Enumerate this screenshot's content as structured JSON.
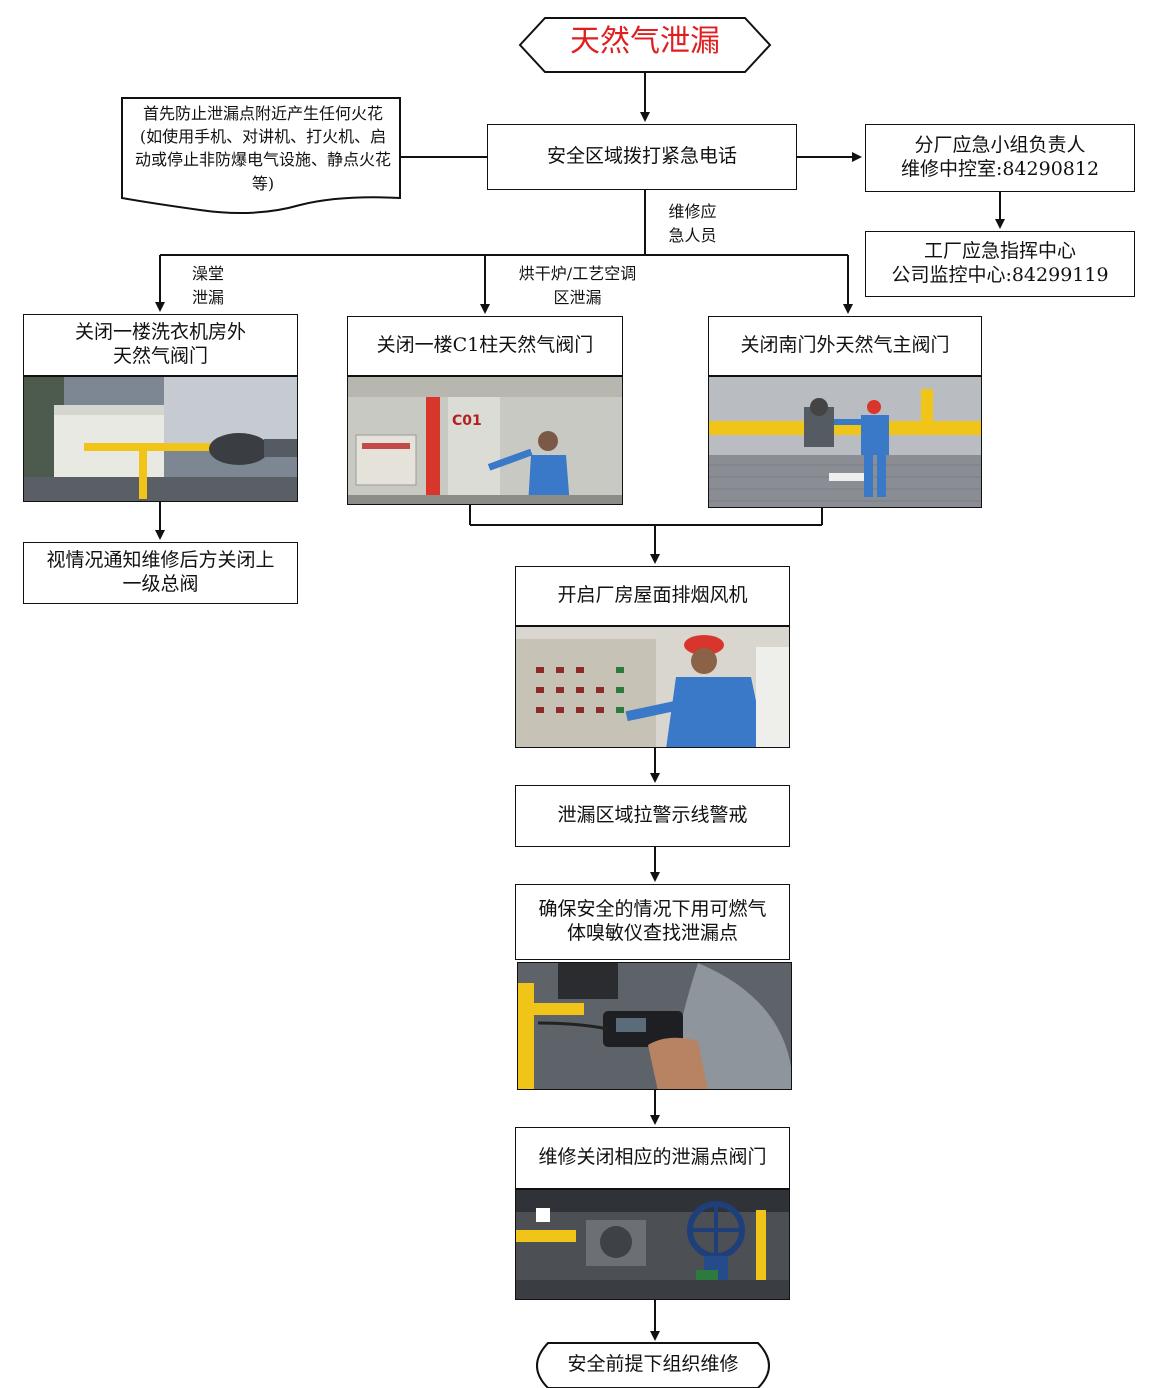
{
  "start": "天然气泄漏",
  "note": "首先防止泄漏点附近产生任何火花(如使用手机、对讲机、打火机、启动或停止非防爆电气设施、静点火花等)",
  "step_call": "安全区域拨打紧急电话",
  "contact_1": {
    "line1": "分厂应急小组负责人",
    "line2": "维修中控室:84290812"
  },
  "contact_2": {
    "line1": "工厂应急指挥中心",
    "line2": "公司监控中心:84299119"
  },
  "label_maintenance": "维修应\n急人员",
  "label_bath": "澡堂\n泄漏",
  "label_dryer": "烘干炉/工艺空调\n区泄漏",
  "branch_left": "关闭一楼洗衣机房外\n天然气阀门",
  "branch_mid": "关闭一楼C1柱天然气阀门",
  "branch_right": "关闭南门外天然气主阀门",
  "mid_sign": "C01",
  "left_followup": "视情况通知维修后方关闭上\n一级总阀",
  "step_fan": "开启厂房屋面排烟风机",
  "step_cordon": "泄漏区域拉警示线警戒",
  "step_detect": "确保安全的情况下用可燃气\n体嗅敏仪查找泄漏点",
  "step_repair": "维修关闭相应的泄漏点阀门",
  "end": "安全前提下组织维修",
  "colors": {
    "title_red": "#e02020",
    "pipe_yellow": "#f0c419",
    "pipe_red": "#d9362b",
    "worker_blue": "#3a78c8"
  }
}
